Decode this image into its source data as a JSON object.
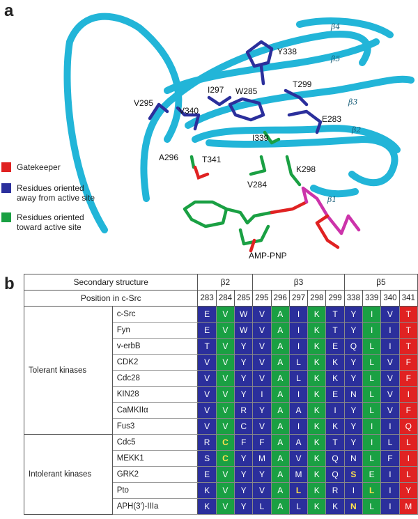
{
  "panel_a": {
    "label": "a",
    "residues": [
      "Y338",
      "T299",
      "I297",
      "W285",
      "V295",
      "V340",
      "E283",
      "I339",
      "A296",
      "T341",
      "K298",
      "V284"
    ],
    "betas": [
      "β4",
      "β5",
      "β3",
      "β2",
      "β1"
    ],
    "ligand": "AMP-PNP",
    "legend": [
      {
        "text": "Gatekeeper",
        "color": "#e02222"
      },
      {
        "text": "Residues oriented\naway from active site",
        "color": "#2b2f9c"
      },
      {
        "text": "Residues oriented\ntoward active site",
        "color": "#1aa043"
      }
    ]
  },
  "panel_b": {
    "label": "b",
    "secondary_structure_label": "Secondary structure",
    "position_label": "Position in c-Src",
    "betas": [
      {
        "label": "β2",
        "span": 3
      },
      {
        "label": "β3",
        "span": 5
      },
      {
        "label": "β5",
        "span": 4
      }
    ],
    "positions": [
      "283",
      "284",
      "285",
      "295",
      "296",
      "297",
      "298",
      "299",
      "338",
      "339",
      "340",
      "341"
    ],
    "column_colors": [
      "blue",
      "green",
      "blue",
      "blue",
      "green",
      "blue",
      "green",
      "blue",
      "blue",
      "green",
      "blue",
      "red"
    ],
    "groups": [
      {
        "name": "Tolerant kinases",
        "rows": [
          {
            "name": "c-Src",
            "cells": [
              "E",
              "V",
              "W",
              "V",
              "A",
              "I",
              "K",
              "T",
              "Y",
              "I",
              "V",
              "T"
            ],
            "hl": []
          },
          {
            "name": "Fyn",
            "cells": [
              "E",
              "V",
              "W",
              "V",
              "A",
              "I",
              "K",
              "T",
              "Y",
              "I",
              "I",
              "T"
            ],
            "hl": []
          },
          {
            "name": "v-erbB",
            "cells": [
              "T",
              "V",
              "Y",
              "V",
              "A",
              "I",
              "K",
              "E",
              "Q",
              "L",
              "I",
              "T"
            ],
            "hl": []
          },
          {
            "name": "CDK2",
            "cells": [
              "V",
              "V",
              "Y",
              "V",
              "A",
              "L",
              "K",
              "K",
              "Y",
              "L",
              "V",
              "F"
            ],
            "hl": []
          },
          {
            "name": "Cdc28",
            "cells": [
              "V",
              "V",
              "Y",
              "V",
              "A",
              "L",
              "K",
              "K",
              "Y",
              "L",
              "V",
              "F"
            ],
            "hl": []
          },
          {
            "name": "KIN28",
            "cells": [
              "V",
              "V",
              "Y",
              "I",
              "A",
              "I",
              "K",
              "E",
              "N",
              "L",
              "V",
              "I"
            ],
            "hl": []
          },
          {
            "name": "CaMKIIα",
            "cells": [
              "V",
              "V",
              "R",
              "Y",
              "A",
              "A",
              "K",
              "I",
              "Y",
              "L",
              "V",
              "F"
            ],
            "hl": []
          },
          {
            "name": "Fus3",
            "cells": [
              "V",
              "V",
              "C",
              "V",
              "A",
              "I",
              "K",
              "K",
              "Y",
              "I",
              "I",
              "Q"
            ],
            "hl": []
          }
        ]
      },
      {
        "name": "Intolerant kinases",
        "rows": [
          {
            "name": "Cdc5",
            "cells": [
              "R",
              "C",
              "F",
              "F",
              "A",
              "A",
              "K",
              "T",
              "Y",
              "I",
              "L",
              "L"
            ],
            "hl": [
              1
            ]
          },
          {
            "name": "MEKK1",
            "cells": [
              "S",
              "C",
              "Y",
              "M",
              "A",
              "V",
              "K",
              "Q",
              "N",
              "L",
              "F",
              "I"
            ],
            "hl": [
              1
            ]
          },
          {
            "name": "GRK2",
            "cells": [
              "E",
              "V",
              "Y",
              "Y",
              "A",
              "M",
              "K",
              "Q",
              "S",
              "E",
              "I",
              "L"
            ],
            "hl": [
              8
            ]
          },
          {
            "name": "Pto",
            "cells": [
              "K",
              "V",
              "Y",
              "V",
              "A",
              "L",
              "K",
              "R",
              "I",
              "L",
              "I",
              "Y"
            ],
            "hl": [
              5,
              9
            ]
          },
          {
            "name": "APH(3′)-IIIa",
            "cells": [
              "K",
              "V",
              "Y",
              "L",
              "A",
              "L",
              "K",
              "K",
              "N",
              "L",
              "I",
              "M"
            ],
            "hl": [
              8
            ]
          }
        ]
      }
    ]
  }
}
